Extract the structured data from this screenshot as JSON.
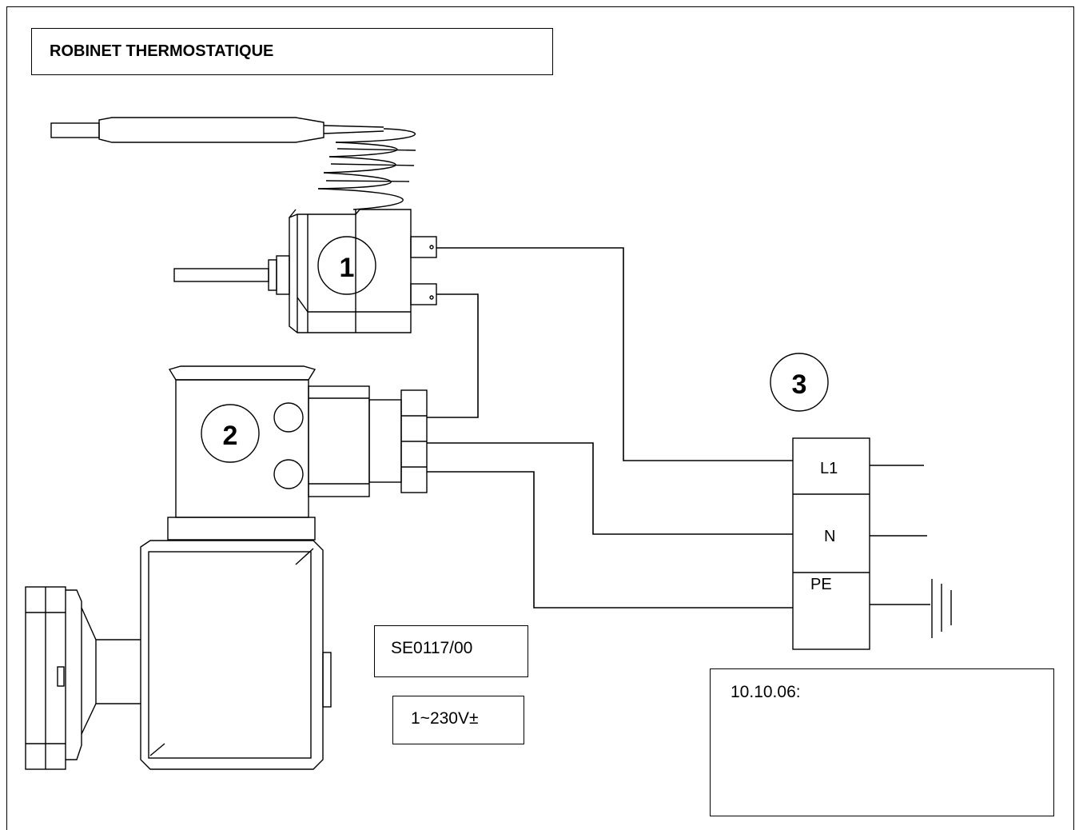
{
  "title": "ROBINET THERMOSTATIQUE",
  "components": [
    {
      "number": "1"
    },
    {
      "number": "2"
    },
    {
      "number": "3"
    }
  ],
  "terminals": [
    "L1",
    "N",
    "PE"
  ],
  "reference_code": "SE0117/00",
  "voltage": "1~230V±",
  "note": "10.10.06:"
}
